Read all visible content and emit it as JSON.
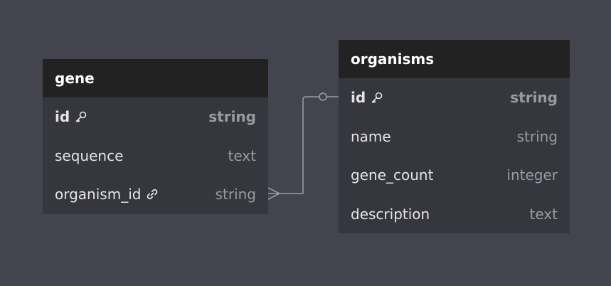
{
  "tables": {
    "gene": {
      "title": "gene",
      "columns": [
        {
          "name": "id",
          "type": "string",
          "icon": "key-icon",
          "primary_key": true
        },
        {
          "name": "sequence",
          "type": "text"
        },
        {
          "name": "organism_id",
          "type": "string",
          "icon": "link-icon"
        }
      ]
    },
    "organisms": {
      "title": "organisms",
      "columns": [
        {
          "name": "id",
          "type": "string",
          "icon": "key-icon",
          "primary_key": true
        },
        {
          "name": "name",
          "type": "string"
        },
        {
          "name": "gene_count",
          "type": "integer"
        },
        {
          "name": "description",
          "type": "text"
        }
      ]
    }
  },
  "relationship": {
    "from": "gene.organism_id",
    "to": "organisms.id",
    "from_cardinality": "many",
    "to_cardinality": "one"
  },
  "colors": {
    "canvas": "#44444e",
    "table_body": "#36363f",
    "table_header": "#222222",
    "connector": "#9a9aa2"
  }
}
